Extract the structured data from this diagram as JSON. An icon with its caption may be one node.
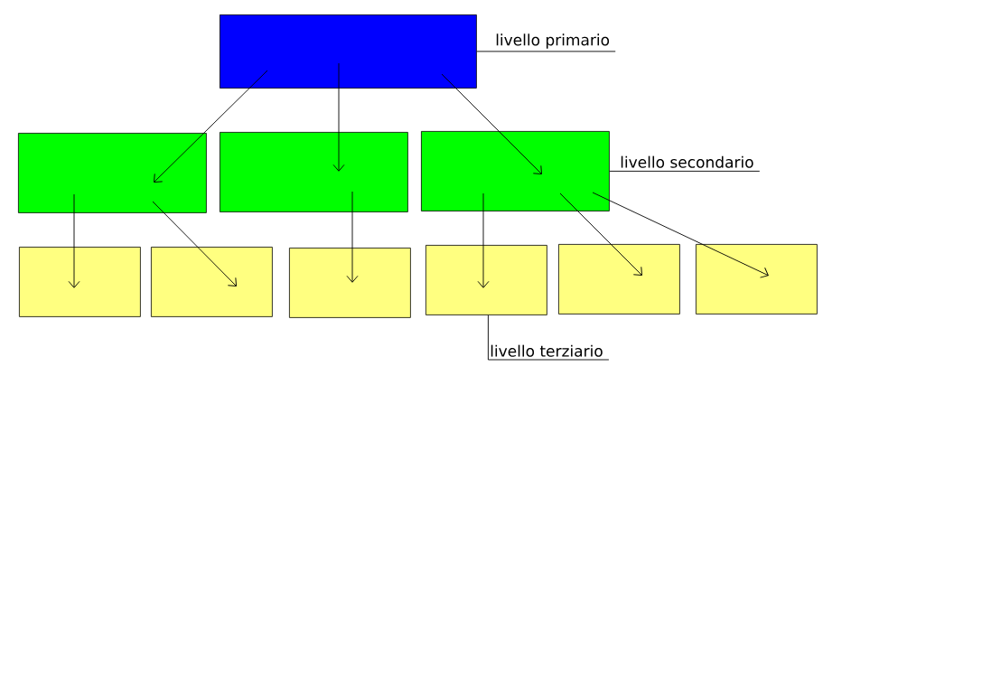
{
  "diagram": {
    "nodes": [
      {
        "text": [],
        "shape": "box"
      },
      {
        "text": [
          "livello primario"
        ]
      },
      {
        "text": [],
        "shape": "box"
      },
      {
        "text": [],
        "shape": "box"
      },
      {
        "text": [],
        "shape": "box"
      },
      {
        "text": [
          "livello secondario"
        ]
      },
      {
        "text": [],
        "shape": "box"
      },
      {
        "text": [],
        "shape": "box"
      },
      {
        "text": [],
        "shape": "box"
      },
      {
        "text": [],
        "shape": "box"
      },
      {
        "text": [],
        "shape": "box"
      },
      {
        "text": [],
        "shape": "box"
      },
      {
        "text": [
          "livello terziario"
        ]
      }
    ],
    "edges": [
      {
        "from": 0,
        "to": 2,
        "arrow": "to"
      },
      {
        "from": 0,
        "to": 3,
        "arrow": "to"
      },
      {
        "from": 0,
        "to": 4,
        "arrow": "to"
      },
      {
        "from": 2,
        "to": 6,
        "arrow": "to"
      },
      {
        "from": 2,
        "to": 7,
        "arrow": "to"
      },
      {
        "from": 3,
        "to": 8,
        "arrow": "to"
      },
      {
        "from": 4,
        "to": 9,
        "arrow": "to"
      },
      {
        "from": 4,
        "to": 10,
        "arrow": "to"
      },
      {
        "from": 4,
        "to": 11,
        "arrow": "to"
      },
      {
        "from": 1,
        "to": 0,
        "arrow": "none"
      },
      {
        "from": 5,
        "to": 4,
        "arrow": "none"
      },
      {
        "from": 12,
        "to": 9,
        "arrow": "none"
      }
    ]
  }
}
